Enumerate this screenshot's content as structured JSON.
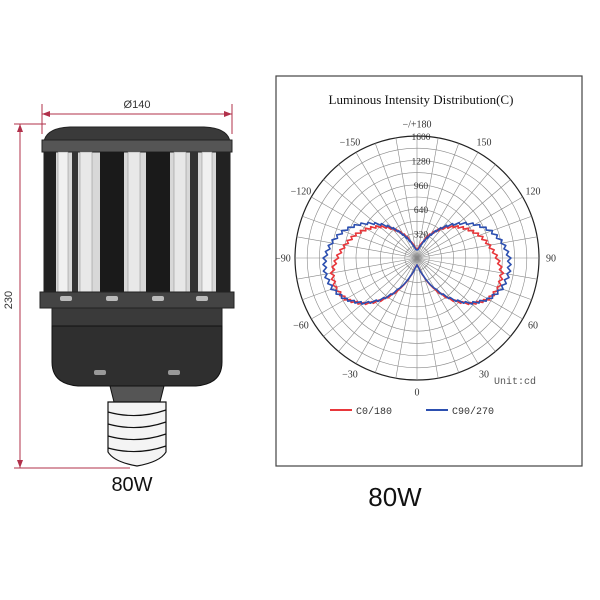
{
  "lamp": {
    "diameter_label": "Ø140",
    "height_label": "230",
    "caption": "80W",
    "colors": {
      "dimension": "#b1304a",
      "body": "#2a2a2a"
    }
  },
  "chart": {
    "title": "Luminous Intensity Distribution(C)",
    "unit_label": "Unit:cd",
    "caption": "80W",
    "frame_color": "#444444"
  },
  "chart_data": {
    "type": "polar",
    "title": "Luminous Intensity Distribution(C)",
    "radial_unit": "Unit:cd",
    "radial_ticks": [
      320,
      640,
      960,
      1280,
      1600
    ],
    "radial_max": 1600,
    "angle_labels": [
      {
        "angle": 0,
        "label": "0"
      },
      {
        "angle": 30,
        "label": "30"
      },
      {
        "angle": -30,
        "label": "−30"
      },
      {
        "angle": 60,
        "label": "60"
      },
      {
        "angle": -60,
        "label": "−60"
      },
      {
        "angle": 90,
        "label": "90"
      },
      {
        "angle": -90,
        "label": "−90"
      },
      {
        "angle": 120,
        "label": "120"
      },
      {
        "angle": -120,
        "label": "−120"
      },
      {
        "angle": 150,
        "label": "150"
      },
      {
        "angle": -150,
        "label": "−150"
      },
      {
        "angle": 180,
        "label": "−/+180"
      }
    ],
    "series": [
      {
        "name": "C0/180",
        "color": "#e8373b",
        "angles": [
          0,
          10,
          20,
          30,
          40,
          50,
          60,
          70,
          80,
          90,
          100,
          110,
          120,
          130,
          140,
          150,
          160,
          170,
          180
        ],
        "values": [
          90,
          120,
          260,
          480,
          720,
          930,
          1080,
          1140,
          1130,
          1050,
          960,
          870,
          760,
          640,
          500,
          360,
          230,
          140,
          110
        ]
      },
      {
        "name": "C90/270",
        "color": "#2c4fb0",
        "angles": [
          0,
          10,
          20,
          30,
          40,
          50,
          60,
          70,
          80,
          90,
          100,
          110,
          120,
          130,
          140,
          150,
          160,
          170,
          180
        ],
        "values": [
          90,
          130,
          250,
          460,
          700,
          920,
          1080,
          1180,
          1220,
          1210,
          1140,
          1030,
          880,
          700,
          520,
          340,
          200,
          120,
          100
        ]
      }
    ]
  }
}
